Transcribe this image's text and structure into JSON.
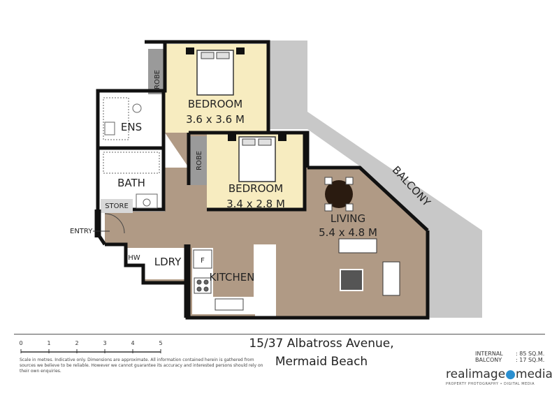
{
  "rooms": {
    "bedroom1": {
      "name": "BEDROOM",
      "dims": "3.6 x 3.6 M"
    },
    "bedroom2": {
      "name": "BEDROOM",
      "dims": "3.4 x 2.8 M"
    },
    "living": {
      "name": "LIVING",
      "dims": "5.4 x 4.8 M"
    },
    "ens": "ENS",
    "bath": "BATH",
    "store": "STORE",
    "robe1": "ROBE",
    "robe2": "ROBE",
    "entry": "ENTRY",
    "hw": "HW",
    "ldry": "LDRY",
    "kitchen": "KITCHEN",
    "fridge": "F",
    "balcony": "BALCONY"
  },
  "scale": {
    "ticks": [
      "0",
      "1",
      "2",
      "3",
      "4",
      "5"
    ]
  },
  "disclaimer": "Scale in metres.  Indicative only.  Dimensions are approximate.  All information contained herein is gathered from sources we believe to be reliable.  However we cannot guarantee its accuracy and interested persons should rely on their own enquiries.",
  "address": {
    "line1": "15/37 Albatross Avenue,",
    "line2": "Mermaid Beach"
  },
  "areas": [
    {
      "label": "INTERNAL",
      "value": ":  85 SQ.M."
    },
    {
      "label": "BALCONY",
      "value": ":  17 SQ.M."
    }
  ],
  "brand": {
    "name_a": "realimage",
    "name_b": "media",
    "tagline": "PROPERTY PHOTOGRAPHY • DIGITAL MEDIA"
  },
  "colors": {
    "wall": "#111111",
    "floor": "#b09a85",
    "bedroom": "#f7ecc0",
    "wet": "#ffffff",
    "balcony": "#c8c8c8",
    "robe": "#9a9a9a"
  }
}
